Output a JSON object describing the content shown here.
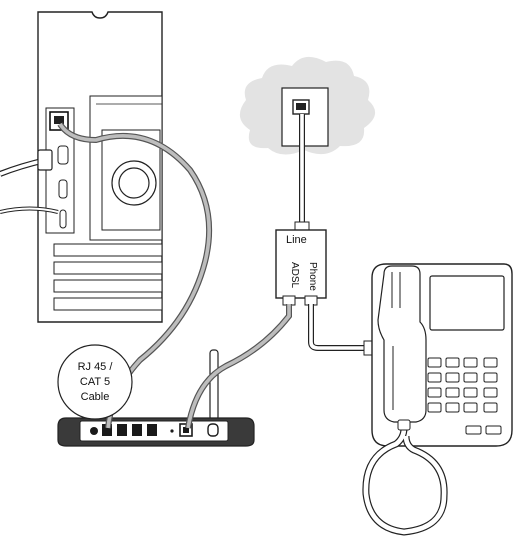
{
  "labels": {
    "line": "Line",
    "adsl": "ADSL",
    "phone": "Phone",
    "cable_line1": "RJ 45 /",
    "cable_line2": "CAT 5",
    "cable_line3": "Cable"
  },
  "colors": {
    "outline": "#222222",
    "cloud_fill": "#e3e3e3",
    "cable": "#9a9a9a",
    "device_dark": "#3a3a3a",
    "port_dark": "#1a1a1a"
  },
  "icons": [
    "computer-tower-icon",
    "wall-socket-icon",
    "cloud-icon",
    "adsl-splitter-icon",
    "router-icon",
    "telephone-icon"
  ]
}
